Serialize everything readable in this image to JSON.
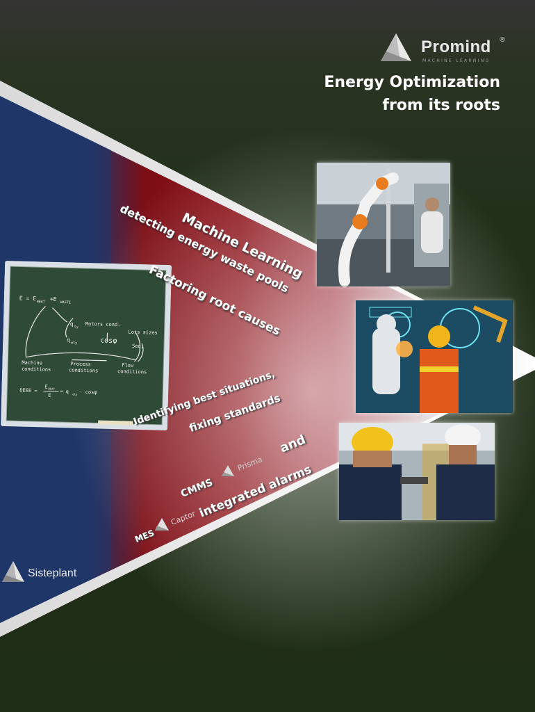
{
  "brand": {
    "name": "Promind",
    "registered": "®",
    "tagline": "MACHINE LEARNING",
    "headline_line1": "Energy Optimization",
    "headline_line2": "from its roots"
  },
  "wedge_text": {
    "ml_title": "Machine Learning",
    "ml_sub": "detecting energy waste pools",
    "factoring": "Factoring root causes",
    "identifying_line1": "Identifying  best situations,",
    "identifying_line2": "fixing standards",
    "cmms": "CMMS",
    "prisma": "Prisma",
    "and": "and",
    "integrated": "integrated alarms",
    "mes": "MES",
    "captor": "Captor"
  },
  "blackboard": {
    "eq1": "E = E",
    "eq1_sub1": "HEAT",
    "eq1_plus": "+E",
    "eq1_sub2": "WASTE",
    "q_ty": "q",
    "q_ty_sub": "ty",
    "motors": "Motors cond.",
    "q_ety": "q",
    "q_ety_sub": "ety",
    "cos": "cosφ",
    "lots": "Lots sizes",
    "seq": "Seq.",
    "machine1": "Machine",
    "machine2": "conditions",
    "process1": "Process",
    "process2": "conditions",
    "flow1": "Flow",
    "flow2": "conditions",
    "oeee": "OEEE =",
    "frac_num": "E",
    "frac_num_sub": "HEAT",
    "frac_den": "E",
    "oeee_tail": "= q",
    "oeee_tail_sub": "ety",
    "oeee_end": "· cosφ"
  },
  "footer": {
    "logo_name": "Sisteplant"
  },
  "colors": {
    "navy": "#1e3466",
    "maroon": "#7a0c12",
    "dark_green": "#22301a",
    "chalkboard": "#2f4a36"
  }
}
